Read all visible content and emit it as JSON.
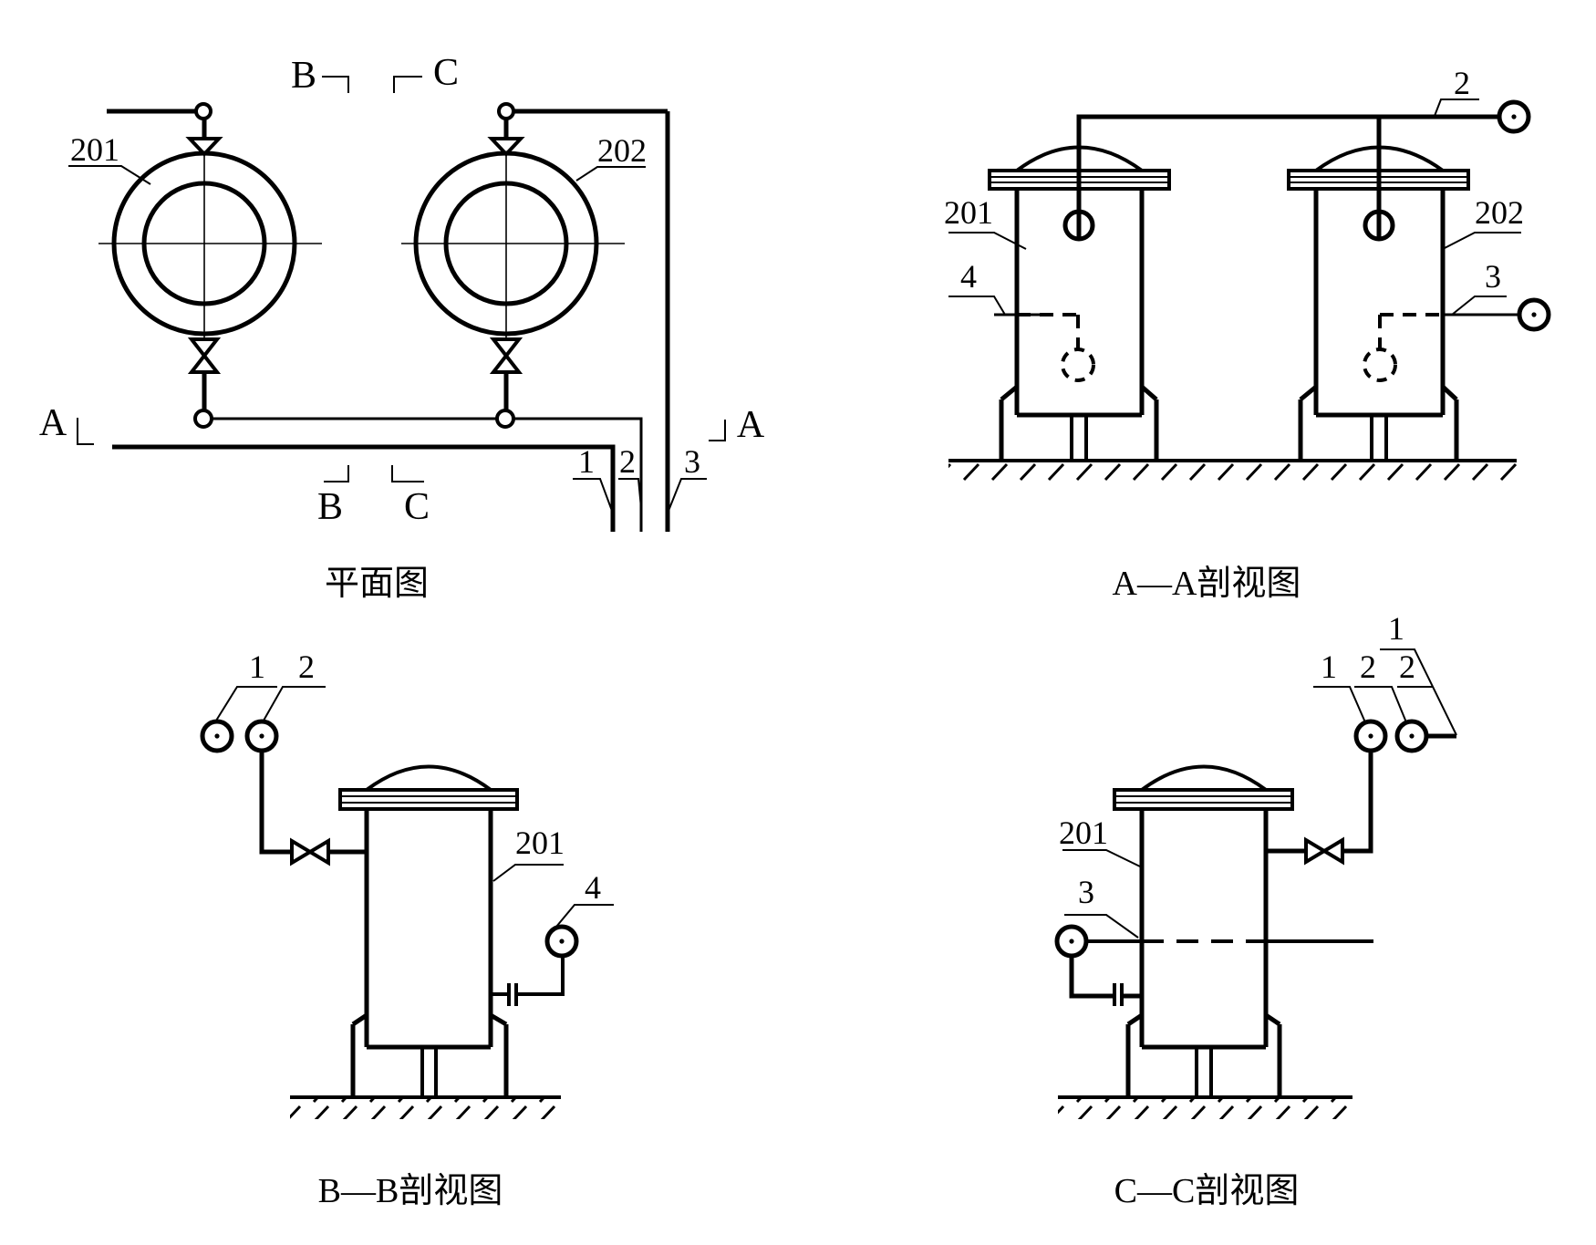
{
  "colors": {
    "line": "#000000",
    "background": "#ffffff"
  },
  "plan": {
    "title": "平面图",
    "vessel_left_label": "201",
    "vessel_right_label": "202",
    "pipe_labels": {
      "p1": "1",
      "p2": "2",
      "p3": "3"
    },
    "markers": {
      "a_left": "A",
      "a_right": "A",
      "b_top": "B",
      "b_bottom": "B",
      "c_top": "C",
      "c_bottom": "C"
    }
  },
  "section_aa": {
    "title": "A—A剖视图",
    "vessel_left_label": "201",
    "vessel_right_label": "202",
    "pipe2_label": "2",
    "pipe3_label": "3",
    "pipe4_label": "4"
  },
  "section_bb": {
    "title": "B—B剖视图",
    "vessel_label": "201",
    "pipe1_label": "1",
    "pipe2_label": "2",
    "pipe4_label": "4"
  },
  "section_cc": {
    "title": "C—C剖视图",
    "vessel_label": "201",
    "pipe1_top_label": "1",
    "pipe1_label": "1",
    "pipe2a_label": "2",
    "pipe2b_label": "2",
    "pipe3_label": "3"
  }
}
